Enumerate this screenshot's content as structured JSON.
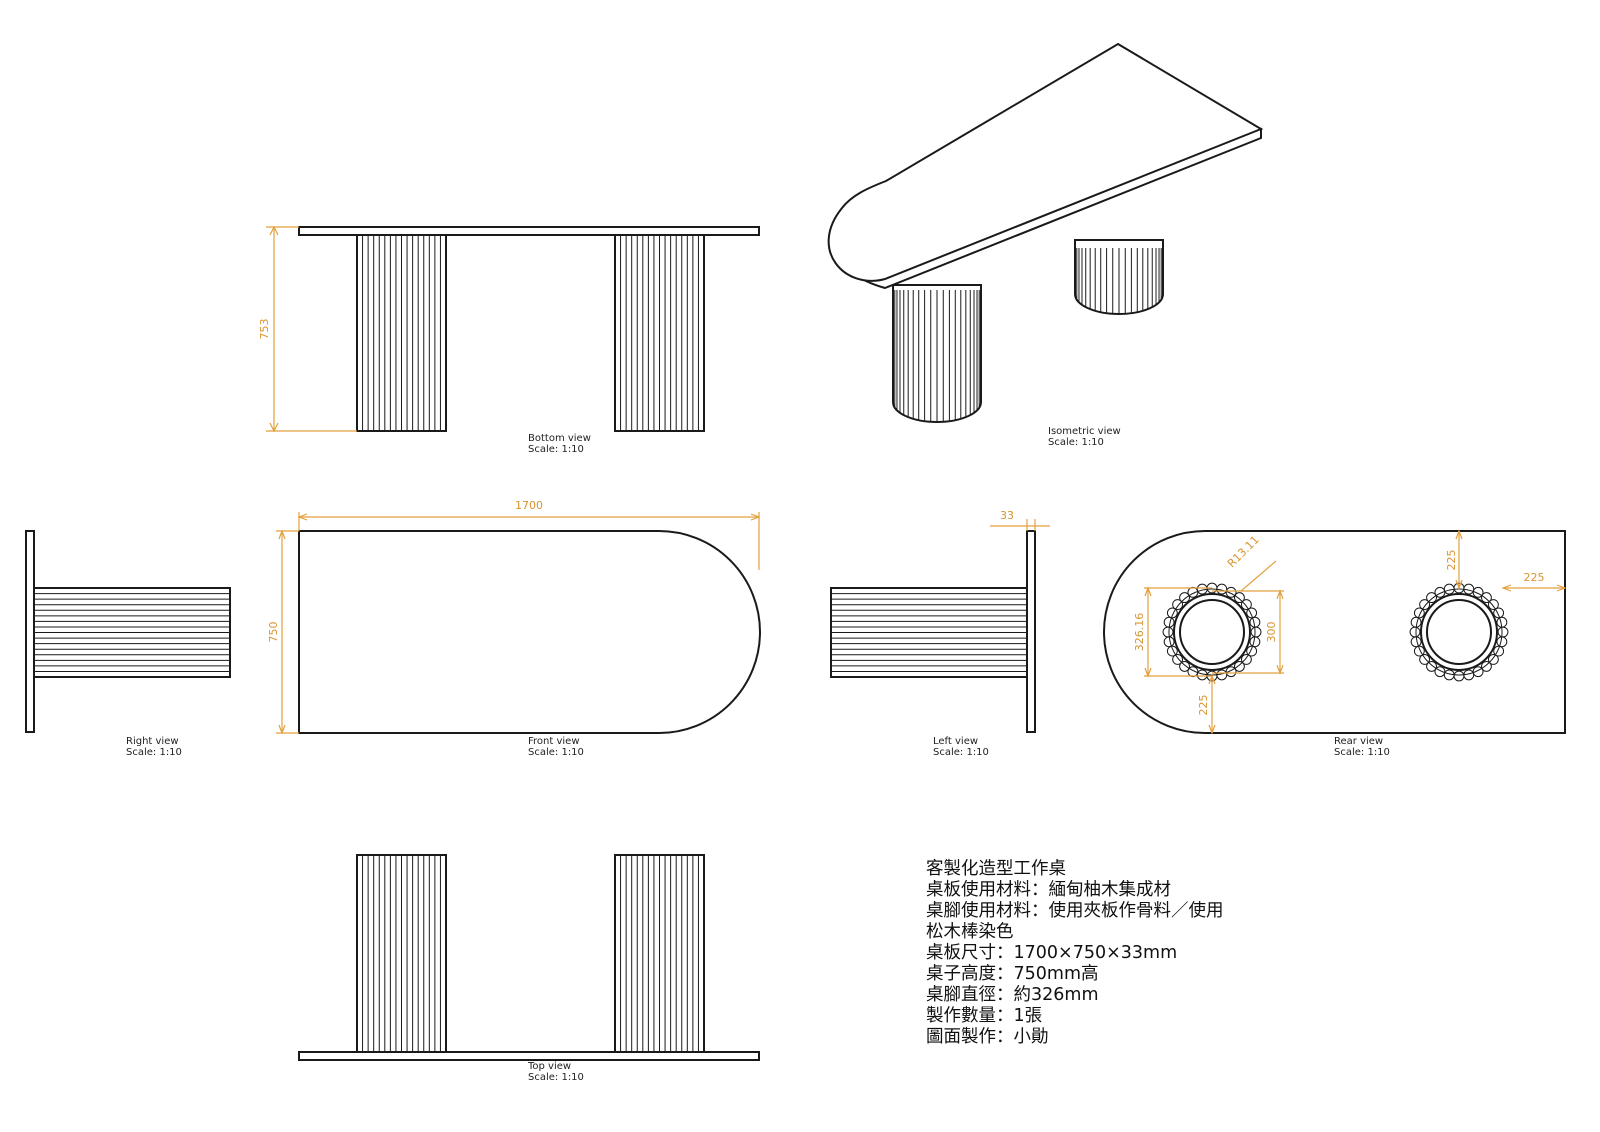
{
  "views": {
    "bottom": {
      "name": "Bottom view",
      "scale": "Scale: 1:10"
    },
    "isometric": {
      "name": "Isometric view",
      "scale": "Scale: 1:10"
    },
    "right": {
      "name": "Right view",
      "scale": "Scale: 1:10"
    },
    "front": {
      "name": "Front view",
      "scale": "Scale: 1:10"
    },
    "left": {
      "name": "Left view",
      "scale": "Scale: 1:10"
    },
    "rear": {
      "name": "Rear view",
      "scale": "Scale: 1:10"
    },
    "top": {
      "name": "Top view",
      "scale": "Scale: 1:10"
    }
  },
  "dimensions": {
    "height": "753",
    "length": "1700",
    "width": "750",
    "thickness": "33",
    "radius": "R13.11",
    "edge_top": "225",
    "edge_right": "225",
    "edge_left": "225",
    "leg_outer": "326.16",
    "leg_inner": "300"
  },
  "notes": {
    "title": "客製化造型工作桌",
    "lines": [
      "桌板使用材料：緬甸柚木集成材",
      "桌腳使用材料：使用夾板作骨料／使用",
      "松木棒染色",
      "桌板尺寸：1700×750×33mm",
      "桌子高度：750mm高",
      "桌腳直徑：約326mm",
      "製作數量：1張",
      "圖面製作：小勛"
    ]
  },
  "colors": {
    "line": "#1a1a1a",
    "dimension": "#e2a13f"
  }
}
